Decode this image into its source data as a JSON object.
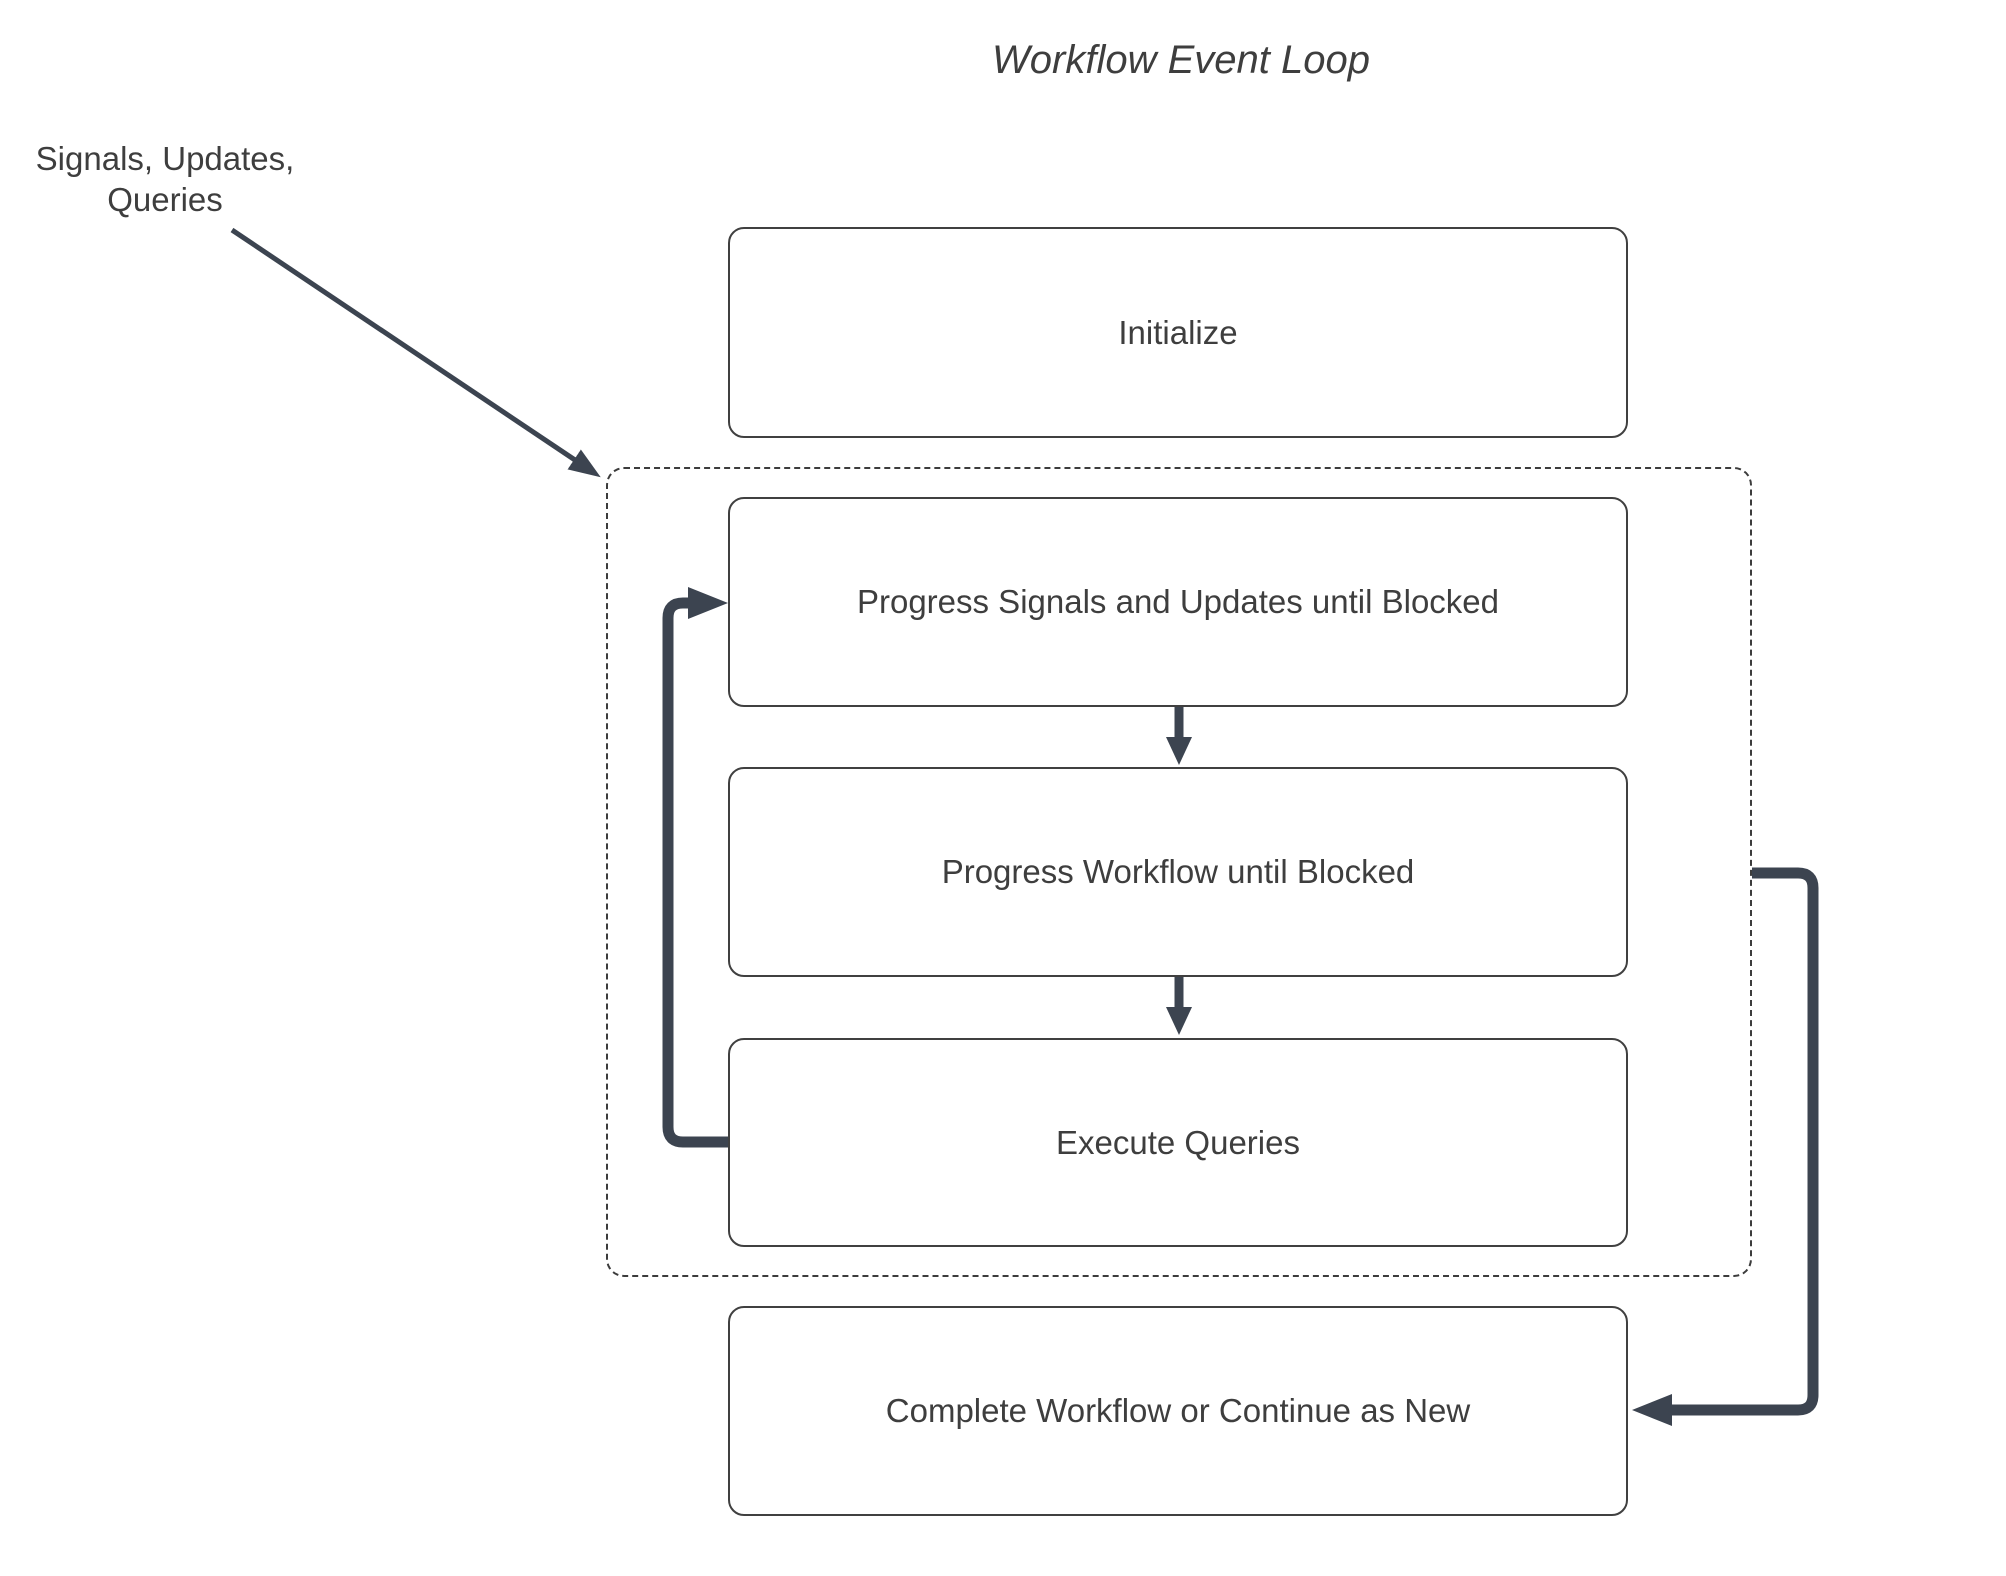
{
  "diagram": {
    "title": "Workflow Event Loop",
    "external_label": {
      "line1": "Signals, Updates,",
      "line2": "Queries"
    },
    "nodes": {
      "initialize": "Initialize",
      "progress_signals": "Progress Signals and Updates until Blocked",
      "progress_workflow": "Progress Workflow until Blocked",
      "execute_queries": "Execute Queries",
      "complete": "Complete Workflow or Continue as New"
    }
  },
  "colors": {
    "bg": "#ffffff",
    "arrow": "#3c4450",
    "border": "#404040",
    "dashed": "#3c3c3c",
    "text": "#3e3e3e"
  }
}
